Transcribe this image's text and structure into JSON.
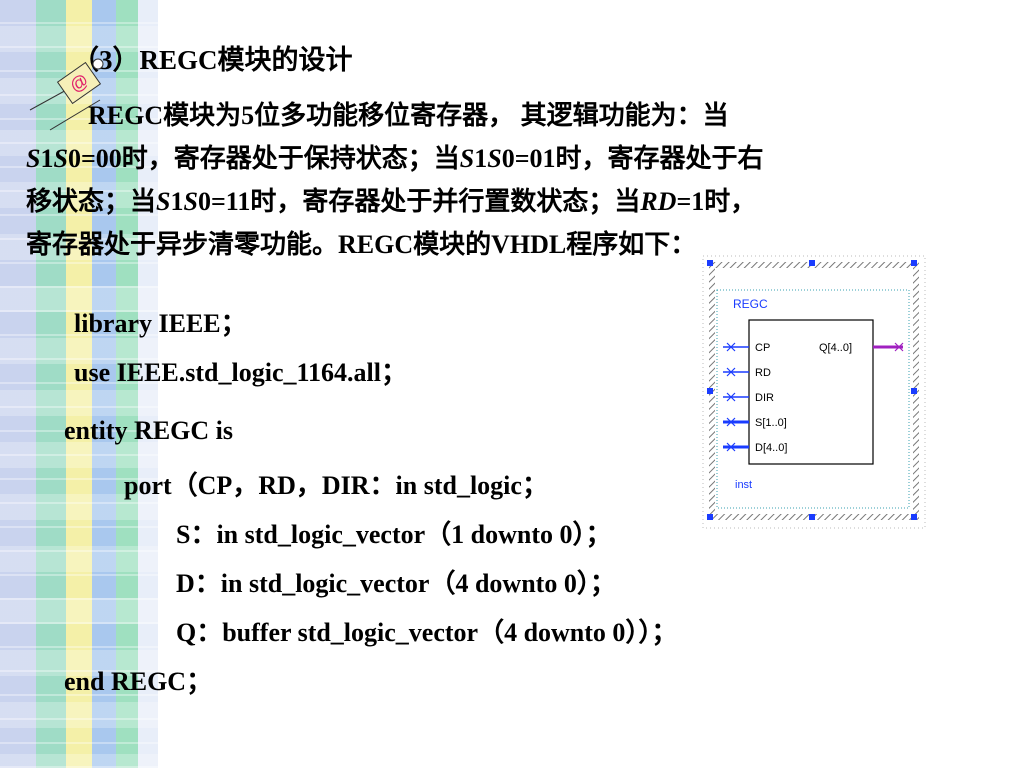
{
  "badge": {
    "symbol": "@"
  },
  "title": "（3）REGC模块的设计",
  "paragraph": {
    "l1": "REGC模块为5位多功能移位寄存器， 其逻辑功能为：当",
    "l2_a": "S",
    "l2_b": "1",
    "l2_c": "S",
    "l2_d": "0=00时，寄存器处于保持状态；当",
    "l2_e": "S",
    "l2_f": "1",
    "l2_g": "S",
    "l2_h": "0=01时，寄存器处于右",
    "l3_a": "移状态；当",
    "l3_b": "S",
    "l3_c": "1",
    "l3_d": "S",
    "l3_e": "0=11时，寄存器处于并行置数状态；当",
    "l3_f": "RD",
    "l3_g": "=1时，",
    "l4": "寄存器处于异步清零功能。REGC模块的VHDL程序如下："
  },
  "code": [
    "library  IEEE；",
    "use IEEE.std_logic_1164.all；",
    "entity  REGC  is",
    "port（CP，RD，DIR：in std_logic；",
    "S：in std_logic_vector（1 downto 0）；",
    "D：in std_logic_vector（4 downto 0）；",
    "Q：buffer std_logic_vector（4 downto 0））；",
    "end  REGC；"
  ],
  "schematic": {
    "block_name": "REGC",
    "inputs": [
      "CP",
      "RD",
      "DIR",
      "S[1..0]",
      "D[4..0]"
    ],
    "output": "Q[4..0]",
    "instance": "inst",
    "colors": {
      "wire": "#1a3cff",
      "bus_out": "#a020c0",
      "hatch": "#777777",
      "dots": "#3aa0b0"
    }
  }
}
